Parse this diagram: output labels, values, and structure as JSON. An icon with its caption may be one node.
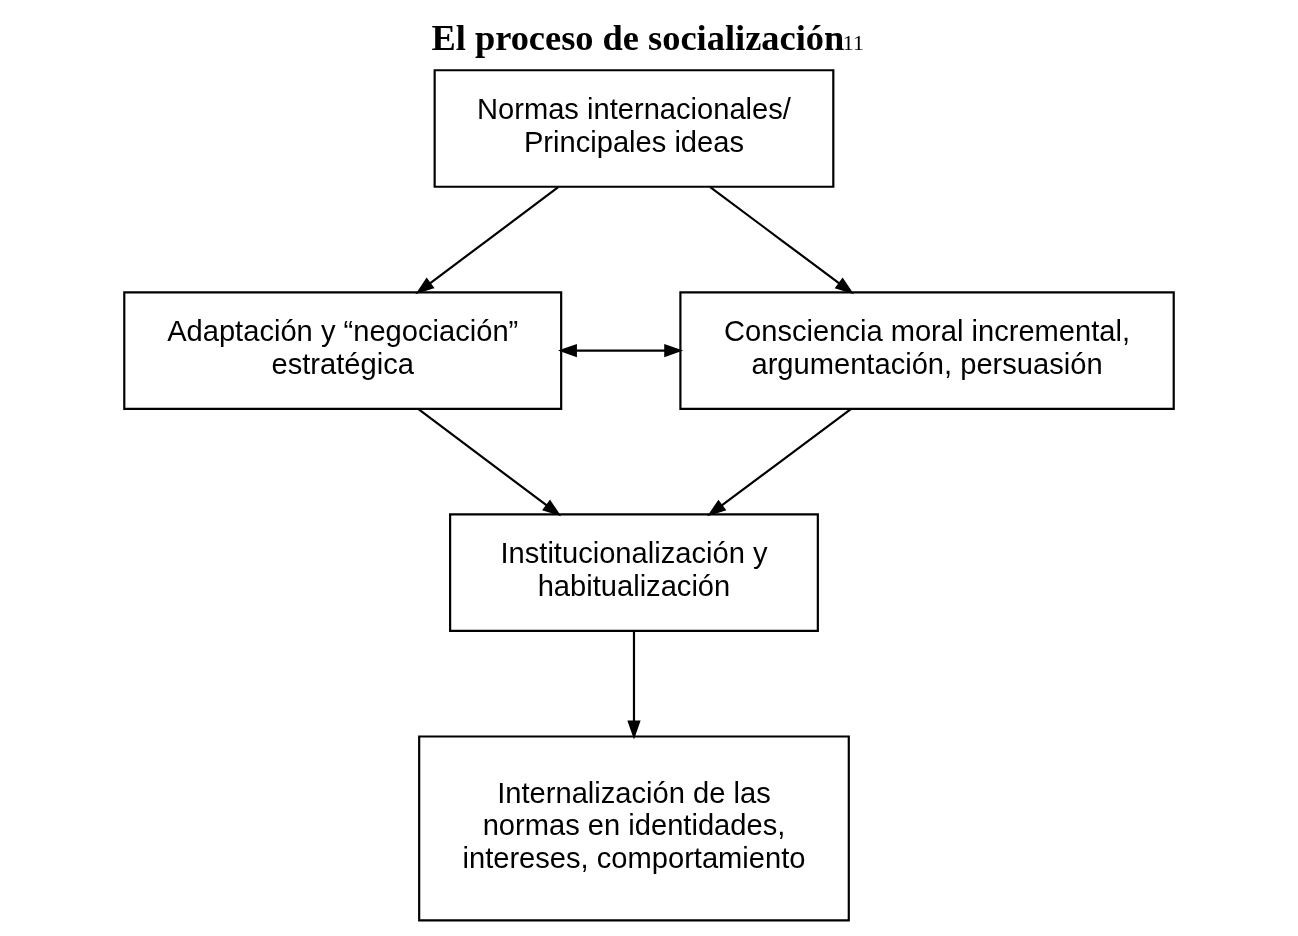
{
  "diagram": {
    "title": "El proceso de socialización$^{11}$",
    "nodes": [
      {
        "text": [
          "Normas internacionales/ Principales ideas"
        ]
      },
      {
        "text": [
          "Adaptación y “negociación” estratégica"
        ]
      },
      {
        "text": [
          "Consciencia moral incremental, argumentación, persuasión"
        ]
      },
      {
        "text": [
          "Institucionalización y habitualización"
        ]
      },
      {
        "text": [
          "Internalización de las normas en identidades, intereses, comportamiento"
        ]
      }
    ],
    "edges": [
      {
        "from": 0,
        "to": 1,
        "arrow": "to"
      },
      {
        "from": 0,
        "to": 2,
        "arrow": "to"
      },
      {
        "from": 1,
        "to": 2,
        "arrow": "both"
      },
      {
        "from": 1,
        "to": 3,
        "arrow": "to"
      },
      {
        "from": 2,
        "to": 3,
        "arrow": "to"
      },
      {
        "from": 3,
        "to": 4,
        "arrow": "to"
      }
    ]
  }
}
